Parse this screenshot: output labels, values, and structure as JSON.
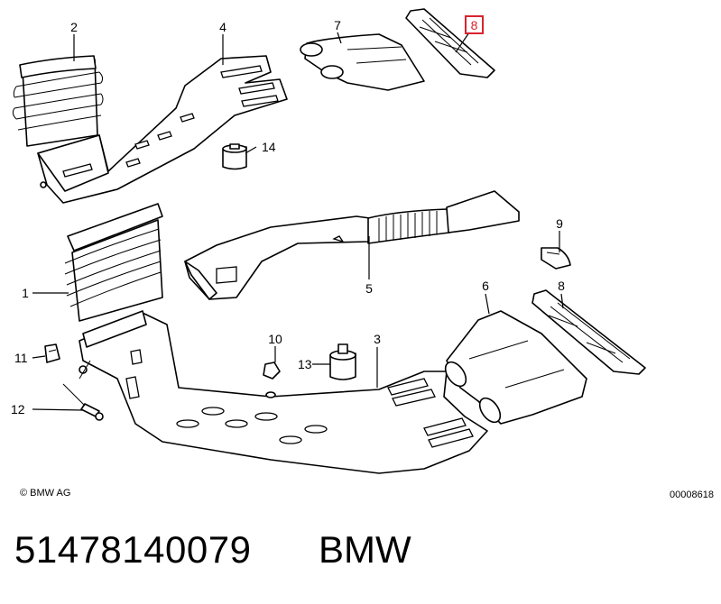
{
  "diagram": {
    "callouts": [
      "1",
      "2",
      "3",
      "4",
      "5",
      "6",
      "7",
      "8",
      "8",
      "9",
      "10",
      "11",
      "12",
      "13",
      "14"
    ],
    "highlight_color": "#d9232e"
  },
  "footer": {
    "copyright": "© BMW AG",
    "drawing_number": "00008618"
  },
  "product": {
    "part_number": "51478140079",
    "brand": "BMW"
  }
}
